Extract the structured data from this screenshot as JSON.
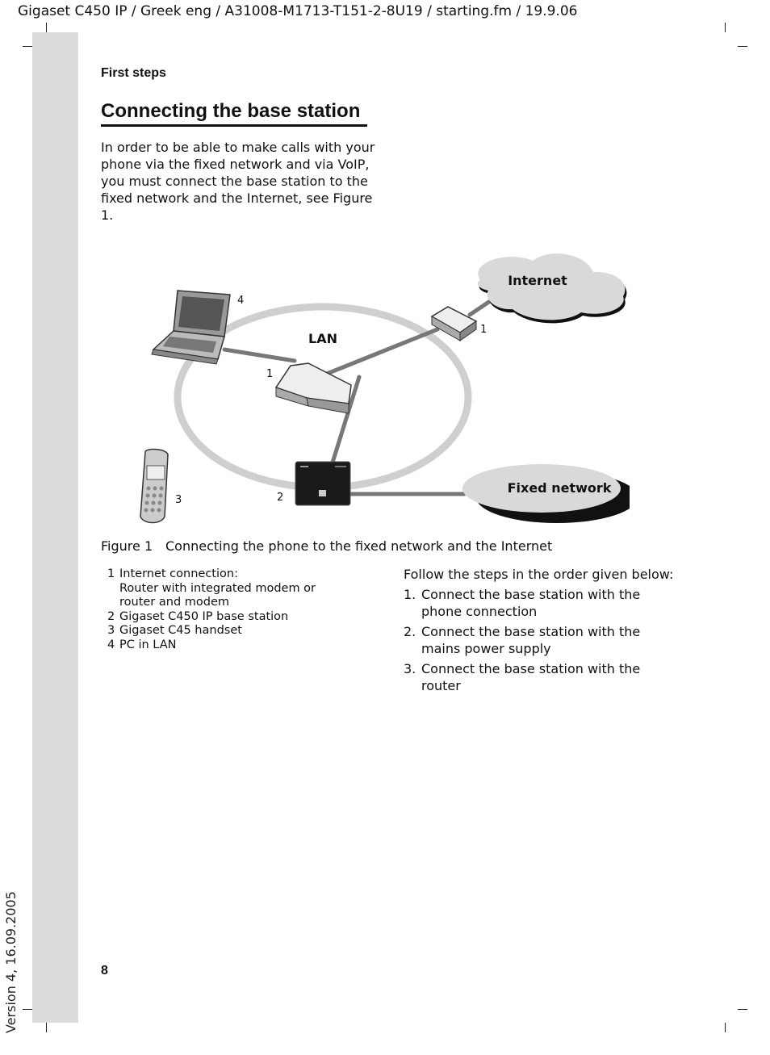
{
  "header": {
    "running_head": "Gigaset C450 IP / Greek eng / A31008-M1713-T151-2-8U19 / starting.fm / 19.9.06"
  },
  "sidebar": {
    "version": "Version 4, 16.09.2005"
  },
  "section_label": "First steps",
  "title": "Connecting the base station",
  "intro": "In order to be able to make calls with your phone via the fixed network and via VoIP, you must connect the base station to the fixed network and the Internet, see Figure 1.",
  "figure": {
    "labels": {
      "internet": "Internet",
      "lan": "LAN",
      "fixed_network": "Fixed network"
    },
    "callouts": {
      "pc": "4",
      "router": "1",
      "modem": "1",
      "base": "2",
      "handset": "3"
    },
    "caption_number": "Figure 1",
    "caption_text": "Connecting the phone to the fixed network and the Internet"
  },
  "legend": [
    {
      "num": "1",
      "text": "Internet connection:",
      "sub": [
        "Router with integrated modem or",
        "router and modem"
      ]
    },
    {
      "num": "2",
      "text": "Gigaset C450 IP base station"
    },
    {
      "num": "3",
      "text": "Gigaset C45 handset"
    },
    {
      "num": "4",
      "text": "PC in LAN"
    }
  ],
  "steps": {
    "intro": "Follow the steps in the order given below:",
    "items": [
      {
        "num": "1.",
        "text": "Connect the base station with the phone connection"
      },
      {
        "num": "2.",
        "text": "Connect the base station with the mains power supply"
      },
      {
        "num": "3.",
        "text": "Connect the base station with the router"
      }
    ]
  },
  "page_number": "8"
}
